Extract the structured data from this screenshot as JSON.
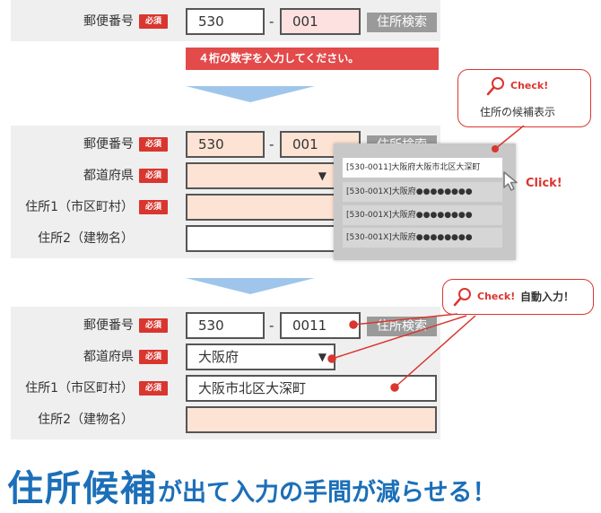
{
  "required_badge": "必須",
  "search_button": "住所検索",
  "dash": "-",
  "step1": {
    "postal_label": "郵便番号",
    "zip_first": "530",
    "zip_second": "001",
    "error_message": "４桁の数字を入力してください。"
  },
  "callout1": {
    "check": "Check!",
    "text": "住所の候補表示"
  },
  "step2": {
    "postal_label": "郵便番号",
    "zip_first": "530",
    "zip_second": "001",
    "pref_label": "都道府県",
    "addr1_label": "住所1（市区町村）",
    "addr2_label": "住所2（建物名）",
    "pref_caret": "▼",
    "candidates": [
      "[530-0011]大阪府大阪市北区大深町",
      "[530-001X]大阪府●●●●●●●●",
      "[530-001X]大阪府●●●●●●●●",
      "[530-001X]大阪府●●●●●●●●"
    ],
    "click_text": "Click!"
  },
  "callout2": {
    "check": "Check!",
    "text": "自動入力！"
  },
  "step3": {
    "postal_label": "郵便番号",
    "zip_first": "530",
    "zip_second": "0011",
    "pref_label": "都道府県",
    "pref_value": "大阪府",
    "pref_caret": "▼",
    "addr1_label": "住所1（市区町村）",
    "addr1_value": "大阪市北区大深町",
    "addr2_label": "住所2（建物名）"
  },
  "headline": {
    "emphasis": "住所候補",
    "rest": "が出て入力の手間が減らせる！"
  },
  "colors": {
    "accent_red": "#d9362f",
    "error_red": "#e34a4a",
    "peach_field": "#fde3d3",
    "arrow_blue": "#9fc6ea",
    "headline_blue": "#1c6fb8",
    "form_gray": "#efefef"
  }
}
